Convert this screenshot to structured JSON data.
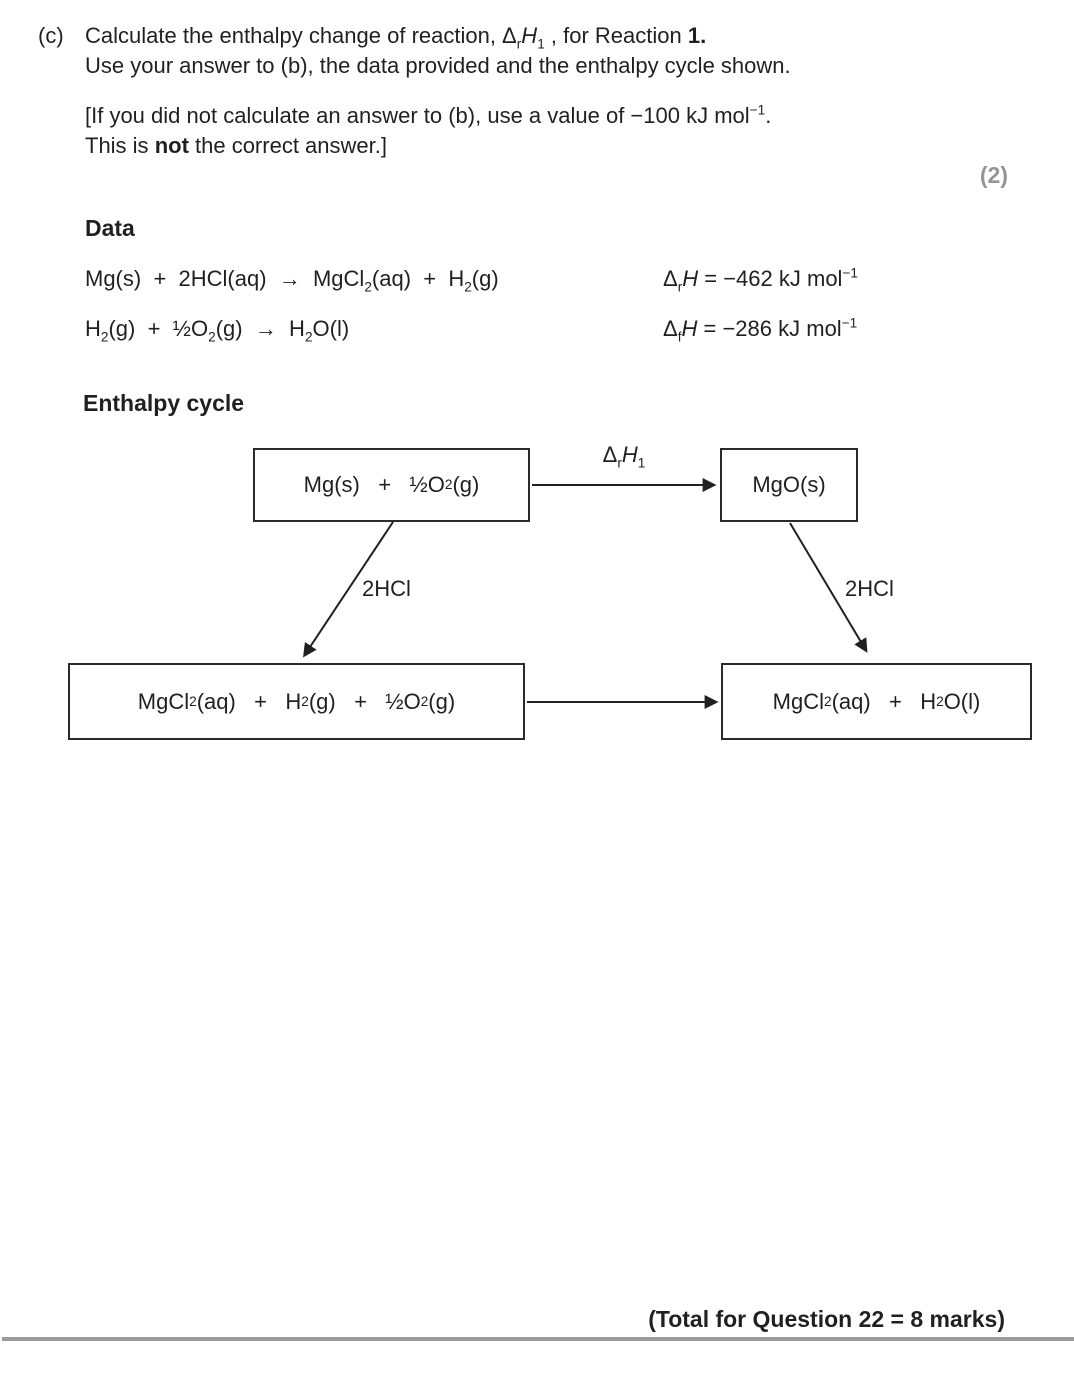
{
  "question": {
    "part_label": "(c)",
    "line1_html": "Calculate the enthalpy change of reaction, Δ<sub>r</sub><i>H</i><sub>1</sub> , for Reaction <b>1.</b>",
    "line2": "Use your answer to (b), the data provided and the enthalpy cycle shown.",
    "line3_html": "[If you did not calculate an answer to (b), use a value of −100 kJ mol<sup>−1</sup>.",
    "line4_html": "This is <b>not</b> the correct answer.]",
    "marks": "(2)",
    "total": "(Total for Question 22 = 8 marks)"
  },
  "data_section": {
    "heading": "Data",
    "equations": [
      {
        "reaction_html": "Mg(s)  +  2HCl(aq)  →  MgCl<sub>2</sub>(aq)  +  H<sub>2</sub>(g)",
        "enthalpy_html": "Δ<sub>r</sub><i>H</i> = −462 kJ mol<sup>−1</sup>"
      },
      {
        "reaction_html": "H<sub>2</sub>(g)  +  ½O<sub>2</sub>(g)  →  H<sub>2</sub>O(l)",
        "enthalpy_html": "Δ<sub>f</sub><i>H</i> = −286 kJ mol<sup>−1</sup>"
      }
    ]
  },
  "cycle": {
    "heading": "Enthalpy cycle",
    "boxes": {
      "top_left_html": "Mg(s)   +   ½O<sub>2</sub>(g)",
      "top_right_html": "MgO(s)",
      "bottom_left_html": "MgCl<sub>2</sub>(aq)   +   H<sub>2</sub>(g)   +   ½O<sub>2</sub>(g)",
      "bottom_right_html": "MgCl<sub>2</sub>(aq)   +   H<sub>2</sub>O(l)"
    },
    "labels": {
      "top_arrow_html": "Δ<sub>r</sub><i>H</i><sub>1</sub>",
      "left_diagonal": "2HCl",
      "right_diagonal": "2HCl"
    }
  },
  "colors": {
    "text": "#231f20",
    "muted_gray": "#939598",
    "rule_gray": "#9a9b9d"
  }
}
